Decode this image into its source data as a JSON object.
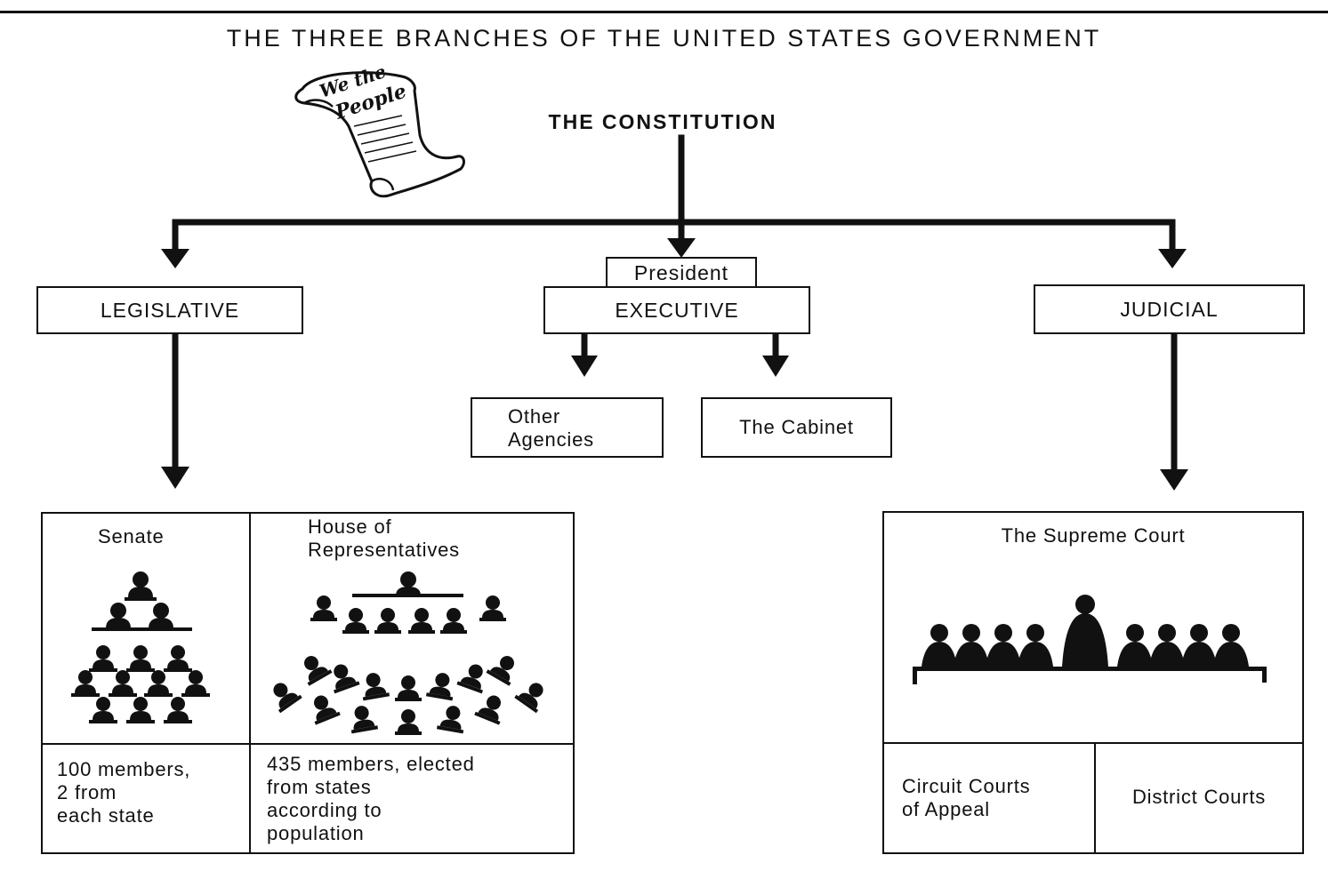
{
  "title": "THE THREE BRANCHES OF THE UNITED STATES GOVERNMENT",
  "constitution": {
    "label": "THE CONSTITUTION",
    "scroll_text_line1": "We the",
    "scroll_text_line2": "People"
  },
  "branches": {
    "legislative": {
      "label": "LEGISLATIVE",
      "senate": {
        "label": "Senate",
        "description": [
          "100 members,",
          "2 from",
          "each state"
        ]
      },
      "house": {
        "label": [
          "House of",
          "Representatives"
        ],
        "description": [
          "435 members, elected",
          "from states",
          "according to",
          "population"
        ]
      }
    },
    "executive": {
      "head_label": "President",
      "label": "EXECUTIVE",
      "children": {
        "other_agencies": [
          "Other",
          "Agencies"
        ],
        "cabinet": "The Cabinet"
      }
    },
    "judicial": {
      "label": "JUDICIAL",
      "supreme_court": {
        "label": "The Supreme Court"
      },
      "lower_courts": {
        "circuit": [
          "Circuit Courts",
          "of Appeal"
        ],
        "district": "District Courts"
      }
    }
  }
}
